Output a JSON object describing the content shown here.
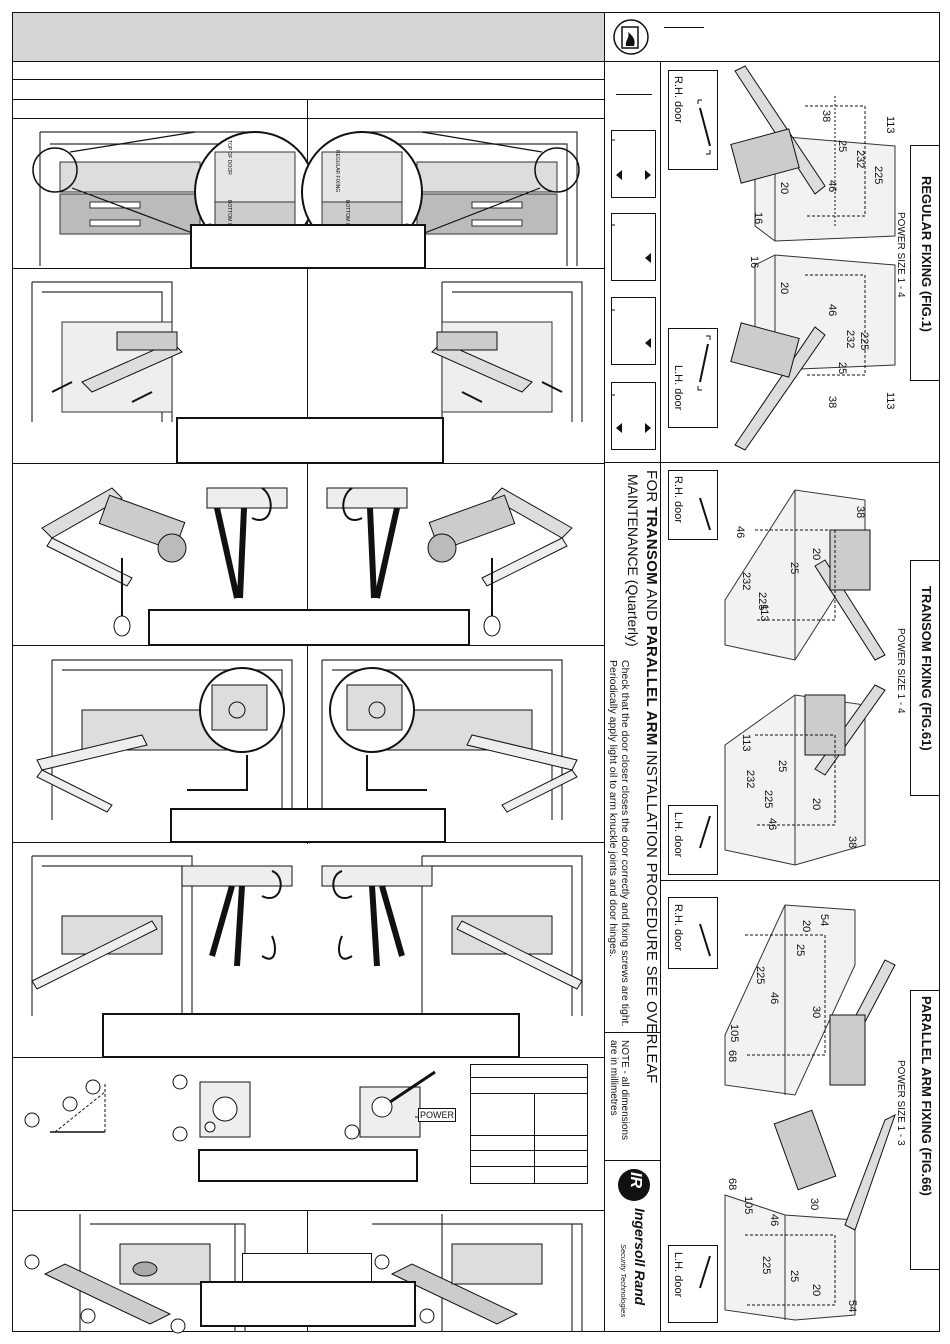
{
  "side_panel": {
    "rotated_lines": {
      "line1_prefix": "FOR ",
      "line1_b1": "TRANSOM",
      "line1_mid": " AND ",
      "line1_b2": "PARALLEL ARM",
      "line1_suffix": " INSTALLATION PROCEDURE SEE OVERLEAF",
      "line2": "MAINTENANCE (Quarterly)",
      "line3": "Check that the door closer closes the door correctly and fixing screws are tight.",
      "line4": "Periodically apply light oil to arm knuckle joints and door hinges.",
      "note1": "NOTE - all dimensions",
      "note2": "are in millimetres"
    },
    "logo": {
      "mark": "IR",
      "name": "Ingersoll Rand",
      "sub": "Security Technologies"
    }
  },
  "fixings": [
    {
      "title": "REGULAR FIXING (FIG.1)",
      "power": "POWER SIZE 1 - 4",
      "door_rh": "R.H. door",
      "door_lh": "L.H. door",
      "dims_rh": [
        "113",
        "38",
        "25",
        "46",
        "20",
        "16",
        "232",
        "225"
      ],
      "dims_lh": [
        "16",
        "20",
        "46",
        "232",
        "25",
        "225",
        "38",
        "113"
      ]
    },
    {
      "title": "TRANSOM FIXING (FIG.61)",
      "power": "POWER SIZE 1 - 4",
      "door_rh": "R.H. door",
      "door_lh": "L.H. door",
      "dims_rh": [
        "38",
        "46",
        "232",
        "225",
        "25",
        "20",
        "113"
      ],
      "dims_lh": [
        "113",
        "232",
        "225",
        "25",
        "20",
        "46",
        "38"
      ]
    },
    {
      "title": "PARALLEL ARM FIXING (FIG.66)",
      "power": "POWER SIZE 1 - 3",
      "door_rh": "R.H. door",
      "door_lh": "L.H. door",
      "dims_rh": [
        "54",
        "20",
        "25",
        "225",
        "46",
        "30",
        "105",
        "68"
      ],
      "dims_lh": [
        "68",
        "105",
        "46",
        "30",
        "225",
        "25",
        "20",
        "54"
      ]
    }
  ],
  "template_labels": {
    "left_top": "TOP OF DOOR",
    "left_mid": "BOTTOM OF FRAME",
    "right_top": "REGULAR FIXING",
    "right_mid": "BOTTOM OF FRAME"
  },
  "step6": {
    "power_label": "POWER"
  }
}
